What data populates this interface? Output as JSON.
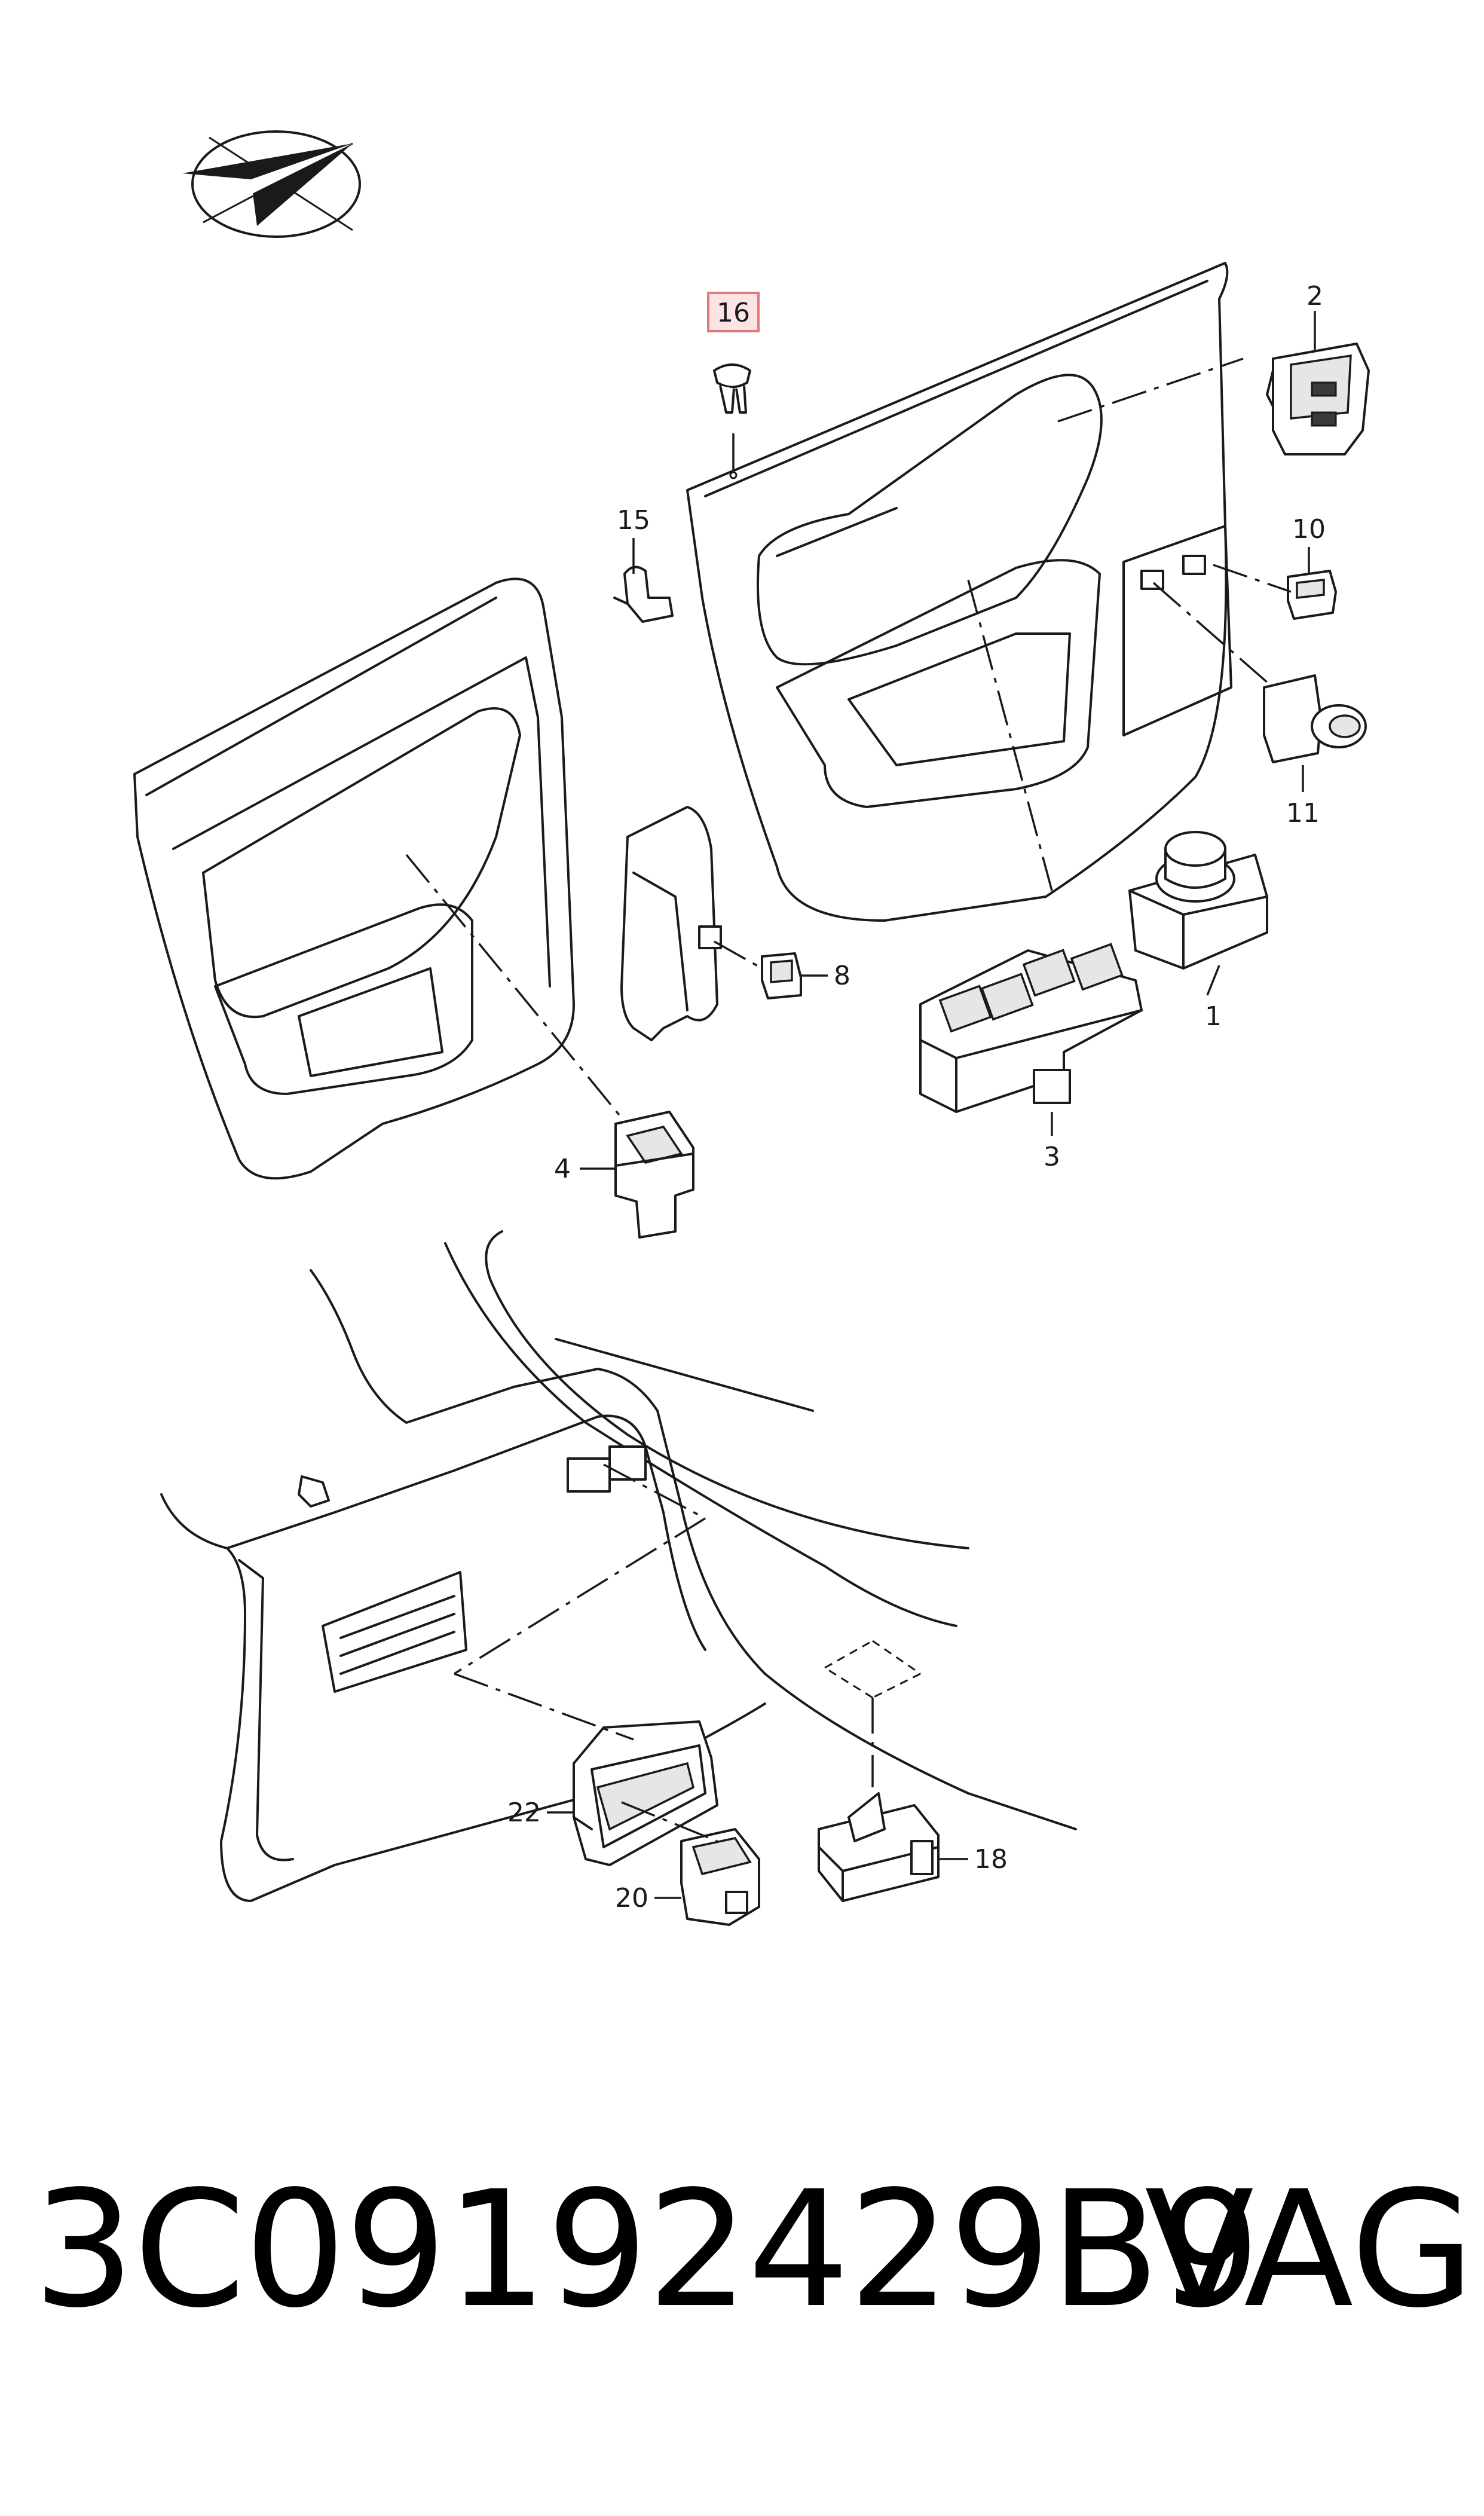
{
  "callouts": {
    "c1": "1",
    "c2": "2",
    "c3": "3",
    "c4": "4",
    "c8": "8",
    "c10": "10",
    "c11": "11",
    "c15": "15",
    "c16": "16",
    "c18": "18",
    "c20": "20",
    "c22": "22"
  },
  "highlighted_callout": "16",
  "part_number": "3C09192429B9",
  "brand": "VAG",
  "colors": {
    "line": "#1a1a1a",
    "highlight_fill": "#fde4e4",
    "highlight_stroke": "#e07a7a"
  },
  "logo_icon": "check-paper-plane-logo"
}
